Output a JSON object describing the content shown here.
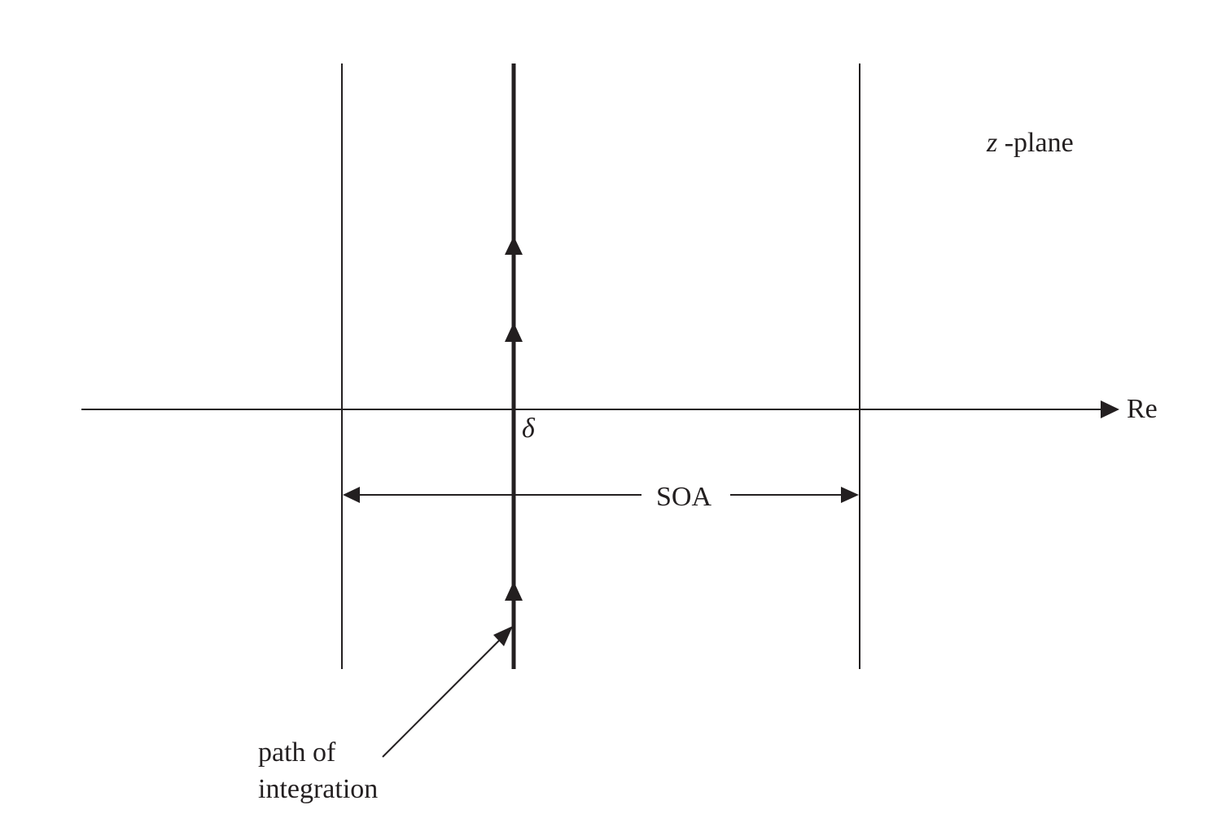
{
  "diagram": {
    "plane_label_var": "z",
    "plane_label_rest": " -plane",
    "axis_label": "Re",
    "delta_label": "δ",
    "soa_label": "SOA",
    "path_label_line1": "path of",
    "path_label_line2": "integration",
    "colors": {
      "ink": "#231f20",
      "background": "#ffffff"
    }
  }
}
